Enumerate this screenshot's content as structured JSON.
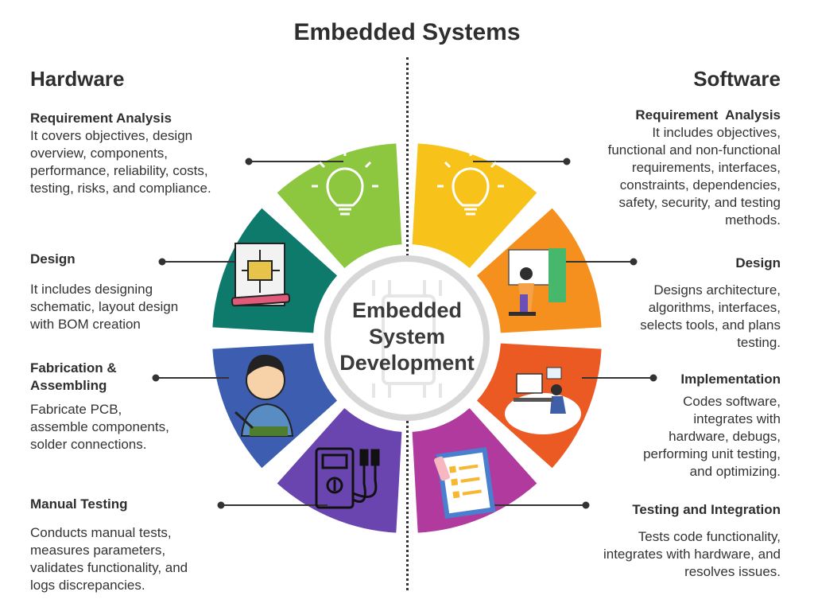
{
  "title": "Embedded Systems",
  "center_label": [
    "Embedded",
    "System",
    "Development"
  ],
  "hardware": {
    "heading": "Hardware",
    "items": [
      {
        "title": "Requirement Analysis",
        "desc": [
          "It covers objectives, design",
          "overview, components,",
          "performance, reliability, costs,",
          "testing, risks, and compliance."
        ],
        "icon": "lightbulb-icon",
        "color": "#8dc63f"
      },
      {
        "title": "Design",
        "desc": [
          "It includes designing",
          "schematic, layout design",
          "with BOM creation"
        ],
        "icon": "schematic-icon",
        "color": "#0e7a6c"
      },
      {
        "title": "Fabrication & Assembling",
        "title_lines": [
          "Fabrication &",
          "Assembling"
        ],
        "desc": [
          "Fabricate PCB,",
          "assemble components,",
          "solder connections."
        ],
        "icon": "soldering-person-icon",
        "color": "#3c5db0"
      },
      {
        "title": "Manual Testing",
        "desc": [
          "Conducts manual tests,",
          "measures parameters,",
          "validates functionality, and",
          "logs discrepancies."
        ],
        "icon": "multimeter-icon",
        "color": "#6a45b0"
      }
    ]
  },
  "software": {
    "heading": "Software",
    "items": [
      {
        "title": "Requirement  Analysis",
        "desc": [
          "It includes objectives,",
          "functional and non-functional",
          "requirements, interfaces,",
          "constraints, dependencies,",
          "safety, security, and testing",
          "methods."
        ],
        "icon": "lightbulb-icon",
        "color": "#f7c31b"
      },
      {
        "title": "Design",
        "desc": [
          "Designs architecture,",
          "algorithms, interfaces,",
          "selects tools, and plans",
          "testing."
        ],
        "icon": "design-board-icon",
        "color": "#f5901f"
      },
      {
        "title": "Implementation",
        "desc": [
          "Codes software,",
          "integrates with",
          "hardware, debugs,",
          "performing unit testing,",
          "and optimizing."
        ],
        "icon": "developer-desk-icon",
        "color": "#ec5a24"
      },
      {
        "title": "Testing and Integration",
        "desc": [
          "Tests code functionality,",
          "integrates with hardware, and",
          "resolves issues."
        ],
        "icon": "checklist-icon",
        "color": "#b03a9e"
      }
    ]
  }
}
